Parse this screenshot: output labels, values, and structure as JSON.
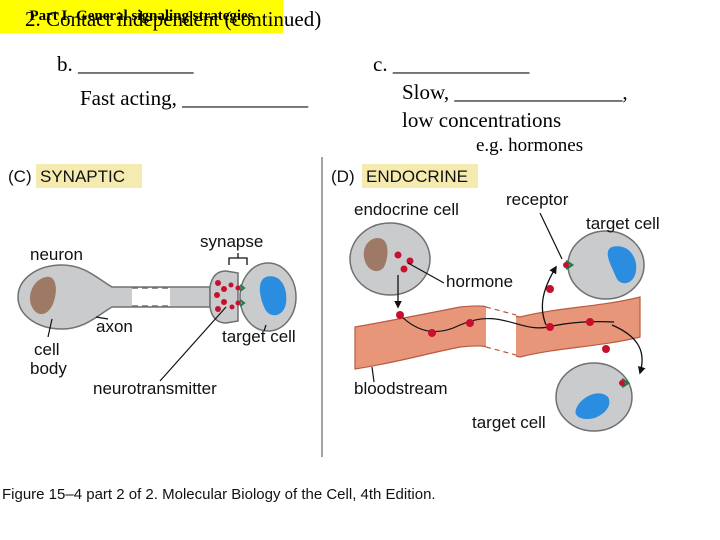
{
  "slide": {
    "title": "2. Contact independent (continued)",
    "badge": "Part I- General signaling strategies",
    "item_b": "b. ___________",
    "item_b_desc": "Fast acting, ____________",
    "item_c": "c. _____________",
    "item_c_line1": "Slow,  ________________,",
    "item_c_line2": "low concentrations",
    "item_c_line3": "e.g. hormones"
  },
  "figure": {
    "panel_c": {
      "letter": "(C)",
      "title": "SYNAPTIC",
      "labels": {
        "synapse": "synapse",
        "neuron": "neuron",
        "axon": "axon",
        "cell_body_1": "cell",
        "cell_body_2": "body",
        "target_cell": "target cell",
        "neurotransmitter": "neurotransmitter"
      }
    },
    "panel_d": {
      "letter": "(D)",
      "title": "ENDOCRINE",
      "labels": {
        "endocrine_cell": "endocrine cell",
        "receptor": "receptor",
        "target_cell_top": "target cell",
        "hormone": "hormone",
        "bloodstream": "bloodstream",
        "target_cell_bottom": "target cell"
      }
    },
    "caption": "Figure 15–4 part 2 of 2. Molecular Biology of the Cell, 4th Edition.",
    "colors": {
      "title_highlight": "#f5ebb0",
      "cell_fill": "#c9cbcd",
      "cell_edge": "#6e7072",
      "nucleus_brown": "#9e7a66",
      "nucleus_blue": "#2a8de0",
      "molecule_red": "#c8102e",
      "receptor_green": "#1f7a4c",
      "bloodstream_fill": "#e8967a"
    }
  }
}
